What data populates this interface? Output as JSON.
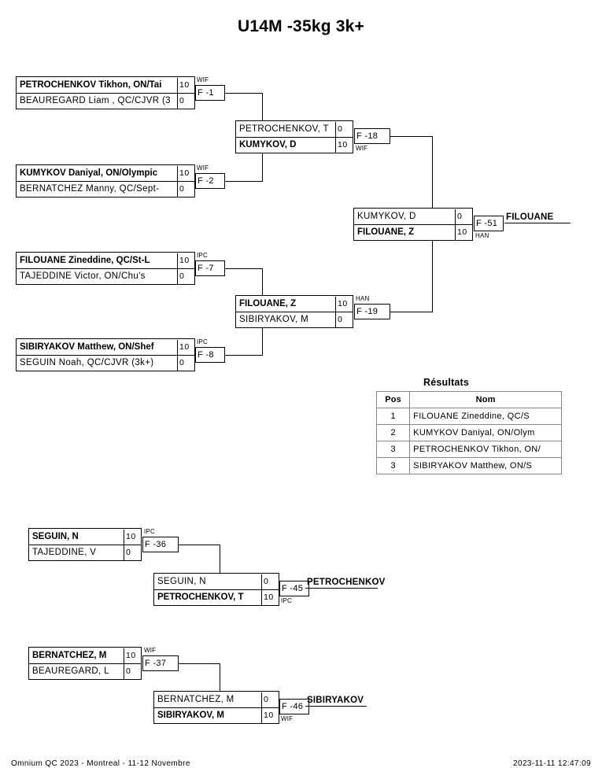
{
  "title": "U14M -35kg 3k+",
  "footer": {
    "event": "Omnium QC 2023 - Montreal - 11-12 Novembre",
    "timestamp": "2023-11-11 12:47:09"
  },
  "results": {
    "heading": "Résultats",
    "columns": [
      "Pos",
      "Nom"
    ],
    "rows": [
      {
        "pos": "1",
        "name": "FILOUANE Zineddine, QC/S"
      },
      {
        "pos": "2",
        "name": "KUMYKOV Daniyal, ON/Olym"
      },
      {
        "pos": "3",
        "name": "PETROCHENKOV Tikhon, ON/"
      },
      {
        "pos": "3",
        "name": "SIBIRYAKOV Matthew, ON/S"
      }
    ]
  },
  "main_bracket": {
    "r1m1": {
      "top": {
        "name": "PETROCHENKOV Tikhon, ON/Tai",
        "score": "10",
        "winner": true
      },
      "bottom": {
        "name": "BEAUREGARD Liam , QC/CJVR (3",
        "score": "0",
        "winner": false
      },
      "code": "F -1",
      "wintype": "WIF"
    },
    "r1m2": {
      "top": {
        "name": "KUMYKOV Daniyal, ON/Olympic",
        "score": "10",
        "winner": true
      },
      "bottom": {
        "name": "BERNATCHEZ Manny, QC/Sept-",
        "score": "0",
        "winner": false
      },
      "code": "F -2",
      "wintype": "WIF"
    },
    "r1m3": {
      "top": {
        "name": "FILOUANE Zineddine, QC/St-L",
        "score": "10",
        "winner": true
      },
      "bottom": {
        "name": "TAJEDDINE Victor, ON/Chu's",
        "score": "0",
        "winner": false
      },
      "code": "F -7",
      "wintype": "IPC"
    },
    "r1m4": {
      "top": {
        "name": "SIBIRYAKOV Matthew, ON/Shef",
        "score": "10",
        "winner": true
      },
      "bottom": {
        "name": "SEGUIN Noah, QC/CJVR (3k+)",
        "score": "0",
        "winner": false
      },
      "code": "F -8",
      "wintype": "IPC"
    },
    "sf1": {
      "top": {
        "name": "PETROCHENKOV, T",
        "score": "0",
        "winner": false
      },
      "bottom": {
        "name": "KUMYKOV, D",
        "score": "10",
        "winner": true
      },
      "code": "F -18",
      "wintype": "WIF"
    },
    "sf2": {
      "top": {
        "name": "FILOUANE, Z",
        "score": "10",
        "winner": true
      },
      "bottom": {
        "name": "SIBIRYAKOV, M",
        "score": "0",
        "winner": false
      },
      "code": "F -19",
      "wintype": "HAN"
    },
    "final": {
      "top": {
        "name": "KUMYKOV, D",
        "score": "0",
        "winner": false
      },
      "bottom": {
        "name": "FILOUANE, Z",
        "score": "10",
        "winner": true
      },
      "code": "F -51",
      "wintype": "HAN",
      "winner_label": "FILOUANE"
    }
  },
  "repechage_a": {
    "m1": {
      "top": {
        "name": "SEGUIN, N",
        "score": "10",
        "winner": true
      },
      "bottom": {
        "name": "TAJEDDINE, V",
        "score": "0",
        "winner": false
      },
      "code": "F -36",
      "wintype": "IPC"
    },
    "m2": {
      "top": {
        "name": "SEGUIN, N",
        "score": "0",
        "winner": false
      },
      "bottom": {
        "name": "PETROCHENKOV, T",
        "score": "10",
        "winner": true
      },
      "code": "F -45",
      "wintype": "IPC",
      "winner_label": "PETROCHENKOV"
    }
  },
  "repechage_b": {
    "m1": {
      "top": {
        "name": "BERNATCHEZ, M",
        "score": "10",
        "winner": true
      },
      "bottom": {
        "name": "BEAUREGARD, L",
        "score": "0",
        "winner": false
      },
      "code": "F -37",
      "wintype": "WIF"
    },
    "m2": {
      "top": {
        "name": "BERNATCHEZ, M",
        "score": "0",
        "winner": false
      },
      "bottom": {
        "name": "SIBIRYAKOV, M",
        "score": "10",
        "winner": true
      },
      "code": "F -46",
      "wintype": "WIF",
      "winner_label": "SIBIRYAKOV"
    }
  }
}
